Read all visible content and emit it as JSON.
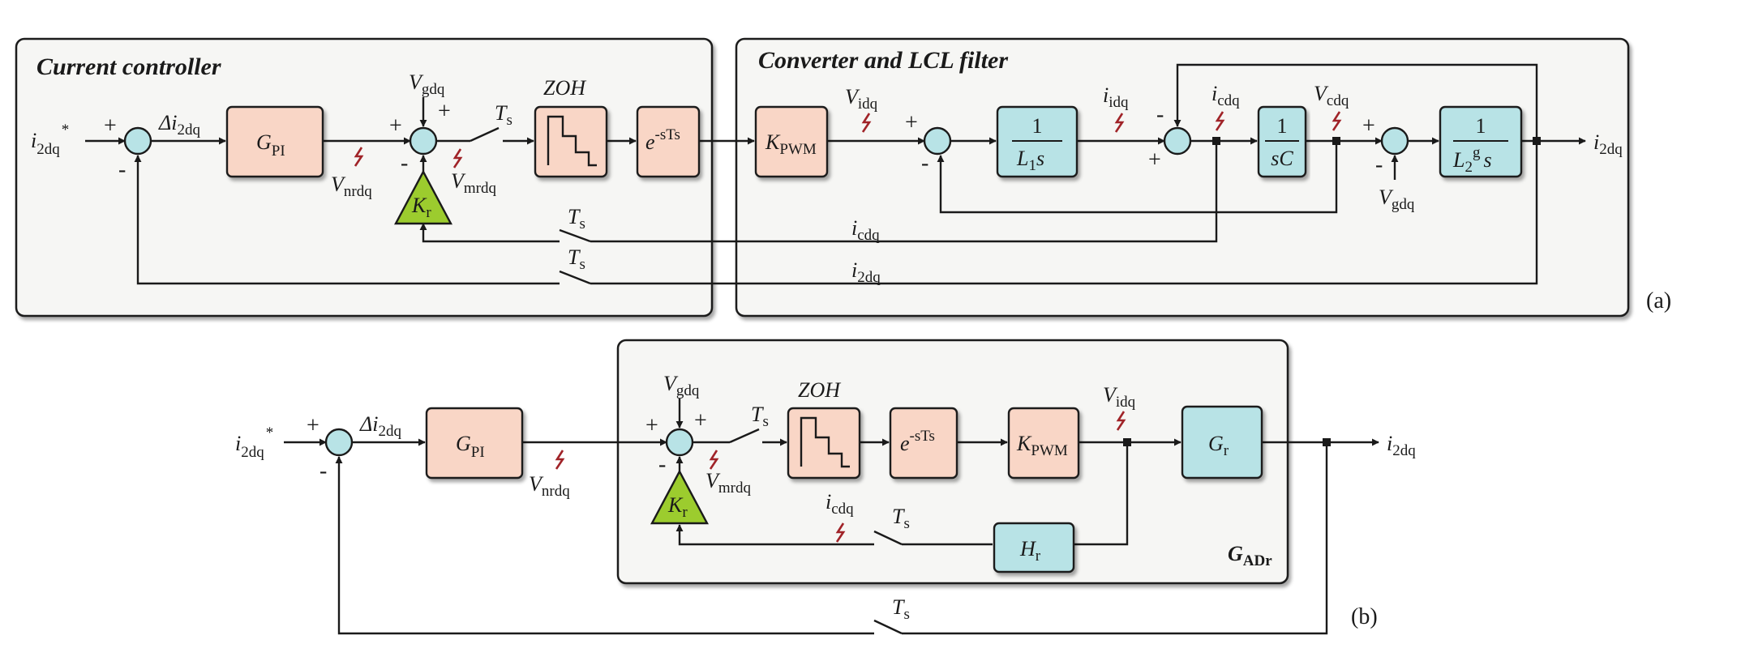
{
  "colors": {
    "block_pink": "#f9d6c6",
    "block_cyan": "#b8e3e6",
    "gain_green": "#9ccc2e",
    "panel_bg": "#f6f6f4",
    "lightning": "#a02328"
  },
  "panel_a": {
    "tag": "(a)",
    "titles": {
      "controller": "Current controller",
      "converter": "Converter and LCL filter"
    },
    "signals": {
      "input": "i",
      "input_sub": "2dq",
      "input_sup": "*",
      "error": "Δi",
      "error_sub": "2dq",
      "vgdq": "V",
      "vgdq_sub": "gdq",
      "vnrdq": "V",
      "vnrdq_sub": "nrdq",
      "vmrdq": "V",
      "vmrdq_sub": "mrdq",
      "ts": "T",
      "ts_sub": "s",
      "zoh": "ZOH",
      "vidq": "V",
      "vidq_sub": "idq",
      "iidq": "i",
      "iidq_sub": "idq",
      "icdq": "i",
      "icdq_sub": "cdq",
      "vcdq": "V",
      "vcdq_sub": "cdq",
      "output": "i",
      "output_sub": "2dq",
      "vgdq2": "V",
      "vgdq2_sub": "gdq"
    },
    "blocks": {
      "gpi": "G",
      "gpi_sub": "PI",
      "delay": "e",
      "delay_sup": "-sTs",
      "kpwm": "K",
      "kpwm_sub": "PWM",
      "kr": "K",
      "kr_sub": "r",
      "l1_num": "1",
      "l1_den": "L",
      "l1_den_sub": "1",
      "l1_den_s": "s",
      "c_num": "1",
      "c_den": "sC",
      "l2_num": "1",
      "l2_den": "L",
      "l2_den_sub": "2",
      "l2_den_sup": "g",
      "l2_den_s": "s"
    },
    "signs": {
      "plus": "+",
      "minus": "-"
    }
  },
  "panel_b": {
    "tag": "(b)",
    "title": "G",
    "title_sub": "ADr",
    "signals": {
      "input": "i",
      "input_sub": "2dq",
      "input_sup": "*",
      "error": "Δi",
      "error_sub": "2dq",
      "vgdq": "V",
      "vgdq_sub": "gdq",
      "vnrdq": "V",
      "vnrdq_sub": "nrdq",
      "vmrdq": "V",
      "vmrdq_sub": "mrdq",
      "ts": "T",
      "ts_sub": "s",
      "zoh": "ZOH",
      "vidq": "V",
      "vidq_sub": "idq",
      "icdq": "i",
      "icdq_sub": "cdq",
      "output": "i",
      "output_sub": "2dq"
    },
    "blocks": {
      "gpi": "G",
      "gpi_sub": "PI",
      "delay": "e",
      "delay_sup": "-sTs",
      "kpwm": "K",
      "kpwm_sub": "PWM",
      "kr": "K",
      "kr_sub": "r",
      "gr": "G",
      "gr_sub": "r",
      "hr": "H",
      "hr_sub": "r"
    }
  }
}
